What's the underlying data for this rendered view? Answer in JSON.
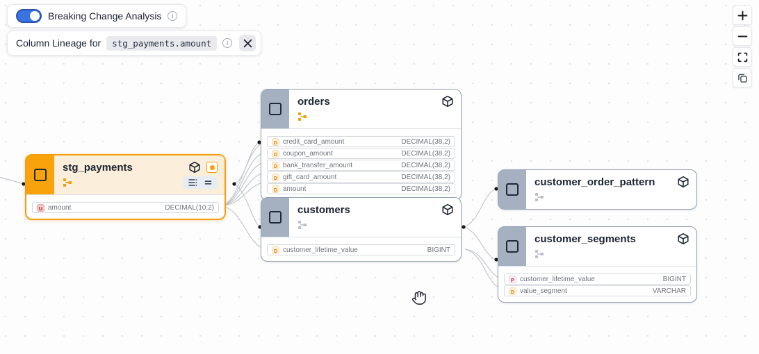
{
  "header": {
    "breaking_change_toggle_label": "Breaking Change Analysis",
    "toggle_state": "on",
    "lineage_panel_label": "Column Lineage for",
    "lineage_column_ref": "stg_payments.amount",
    "close_glyph": "✕"
  },
  "controls": {
    "icons": [
      "plus-icon",
      "minus-icon",
      "fit-view-icon",
      "copy-icon"
    ]
  },
  "nodes": [
    {
      "id": "stg_payments",
      "title": "stg_payments",
      "selected": true,
      "tree_active": true,
      "dot_badge": true,
      "header_buttons": true,
      "columns": [
        {
          "badge": "U",
          "name": "amount",
          "type": "DECIMAL(10,2)"
        }
      ]
    },
    {
      "id": "orders",
      "title": "orders",
      "selected": false,
      "tree_active": true,
      "dot_badge": false,
      "header_buttons": false,
      "columns": [
        {
          "badge": "D",
          "name": "credit_card_amount",
          "type": "DECIMAL(38,2)"
        },
        {
          "badge": "D",
          "name": "coupon_amount",
          "type": "DECIMAL(38,2)"
        },
        {
          "badge": "D",
          "name": "bank_transfer_amount",
          "type": "DECIMAL(38,2)"
        },
        {
          "badge": "D",
          "name": "gift_card_amount",
          "type": "DECIMAL(38,2)"
        },
        {
          "badge": "D",
          "name": "amount",
          "type": "DECIMAL(38,2)"
        }
      ]
    },
    {
      "id": "customers",
      "title": "customers",
      "selected": false,
      "tree_active": false,
      "dot_badge": false,
      "header_buttons": false,
      "columns": [
        {
          "badge": "D",
          "name": "customer_lifetime_value",
          "type": "BIGINT"
        }
      ]
    },
    {
      "id": "customer_order_pattern",
      "title": "customer_order_pattern",
      "selected": false,
      "tree_active": false,
      "dot_badge": false,
      "header_buttons": false,
      "columns": []
    },
    {
      "id": "customer_segments",
      "title": "customer_segments",
      "selected": false,
      "tree_active": false,
      "dot_badge": false,
      "header_buttons": false,
      "columns": [
        {
          "badge": "P",
          "name": "customer_lifetime_value",
          "type": "BIGINT"
        },
        {
          "badge": "D",
          "name": "value_segment",
          "type": "VARCHAR"
        }
      ]
    }
  ],
  "colors": {
    "accent_orange": "#f59e0b",
    "node_border": "#94a3b8",
    "toggle_blue": "#3b74e0",
    "edge_gray": "#c0c4ca",
    "badge_d": "#dd8508",
    "badge_u": "#9d1c1c",
    "badge_p": "#9d2b56"
  }
}
